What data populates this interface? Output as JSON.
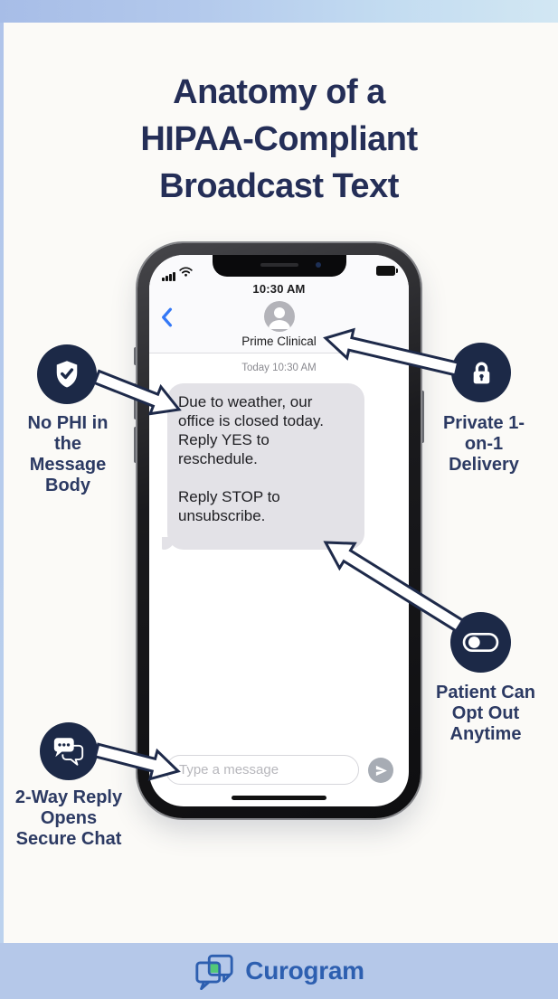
{
  "title": {
    "line1": "Anatomy of a",
    "line2": "HIPAA-Compliant",
    "line3": "Broadcast Text"
  },
  "phone": {
    "status": {
      "time": "10:30 AM",
      "icons": [
        "cellular-signal-icon",
        "wifi-icon",
        "battery-icon"
      ]
    },
    "header": {
      "back_icon": "back-chevron-icon",
      "avatar_icon": "person-avatar-icon",
      "contact_name": "Prime Clinical"
    },
    "conversation": {
      "date_label": "Today 10:30 AM",
      "message_lines": [
        "Due to weather, our",
        "office is closed today.",
        "Reply YES to",
        "reschedule.",
        "",
        "Reply STOP to",
        "unsubscribe."
      ]
    },
    "composer": {
      "placeholder": "Type a message",
      "send_icon": "send-icon"
    }
  },
  "callouts": [
    {
      "id": "no-phi",
      "icon": "shield-check-icon",
      "label": "No PHI in the Message Body"
    },
    {
      "id": "private-delivery",
      "icon": "lock-icon",
      "label": "Private 1-on-1 Delivery"
    },
    {
      "id": "opt-out",
      "icon": "toggle-icon",
      "label": "Patient Can Opt Out Anytime"
    },
    {
      "id": "two-way-reply",
      "icon": "chat-bubbles-icon",
      "label": "2-Way Reply Opens Secure Chat"
    }
  ],
  "footer": {
    "brand": "Curogram",
    "logo_icon": "curogram-chat-logo-icon"
  },
  "colors": {
    "title_navy": "#242e57",
    "badge_navy": "#1c2947",
    "callout_text": "#2c3a63",
    "bubble_gray": "#e3e2e7",
    "footer_blue": "#b5c8e9",
    "brand_blue": "#2d5fb0",
    "brand_green": "#53c878",
    "ios_blue": "#3478f6"
  }
}
